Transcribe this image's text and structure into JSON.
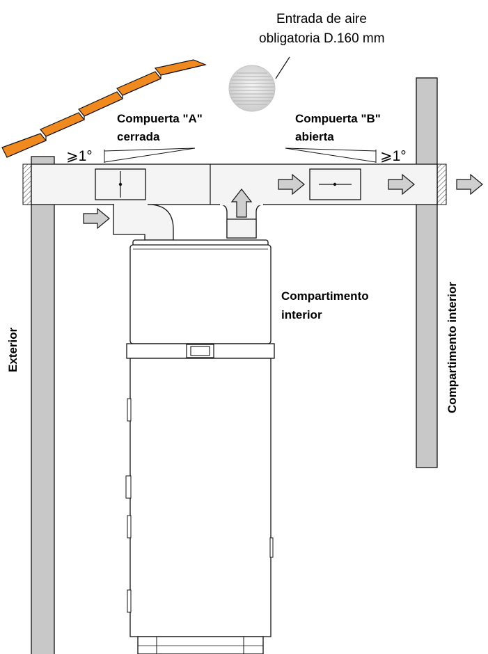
{
  "labels": {
    "air_inlet_line1": "Entrada de aire",
    "air_inlet_line2": "obligatoria D.160 mm",
    "damper_a_line1": "Compuerta \"A\"",
    "damper_a_line2": "cerrada",
    "damper_b_line1": "Compuerta \"B\"",
    "damper_b_line2": "abierta",
    "slope_left": "⩾1°",
    "slope_right": "⩾1°",
    "indoor_line1": "Compartimento",
    "indoor_line2": "interior",
    "exterior_vertical": "Exterior",
    "indoor_vertical": "Compartimento interior"
  },
  "colors": {
    "roof_tile": "#F08A1E",
    "wall_fill": "#C8C8C8",
    "duct_fill": "#F4F4F4",
    "tank_fill": "#FFFFFF",
    "arrow_fill": "#CFCFCF",
    "outline": "#111111"
  }
}
